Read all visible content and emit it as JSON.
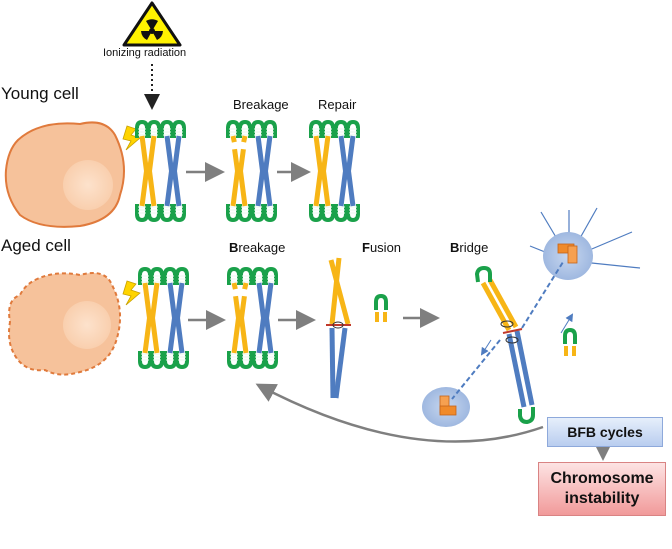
{
  "labels": {
    "ionizing_radiation": "Ionizing radiation",
    "young_cell": "Young cell",
    "aged_cell": "Aged cell",
    "breakage": "Breakage",
    "repair": "Repair",
    "bfb_breakage_initial": "B",
    "bfb_breakage_rest": "reakage",
    "bfb_fusion_initial": "F",
    "bfb_fusion_rest": "usion",
    "bfb_bridge_initial": "B",
    "bfb_bridge_rest": "ridge",
    "bfb_cycles": "BFB cycles",
    "chromosome_instability_line1": "Chromosome",
    "chromosome_instability_line2": "instability"
  },
  "colors": {
    "chromatid_yellow": "#f7b516",
    "chromatid_blue": "#4f7cc0",
    "telomere_green": "#1aa14a",
    "cell_fill": "#f6c29b",
    "cell_outline": "#e07a3c",
    "arrow_gray": "#7f7f7f",
    "spindle_blue": "#4f7cc0",
    "centrosome_halo": "#a9c1e6",
    "centrosome_orange": "#f08a2a",
    "hazard_yellow": "#fff200",
    "bfb_box": "#b9cdef",
    "instability_box": "#f19a9a"
  },
  "icons": [
    "radiation-hazard-icon",
    "lightning-bolt-icon",
    "centrosome-icon"
  ]
}
